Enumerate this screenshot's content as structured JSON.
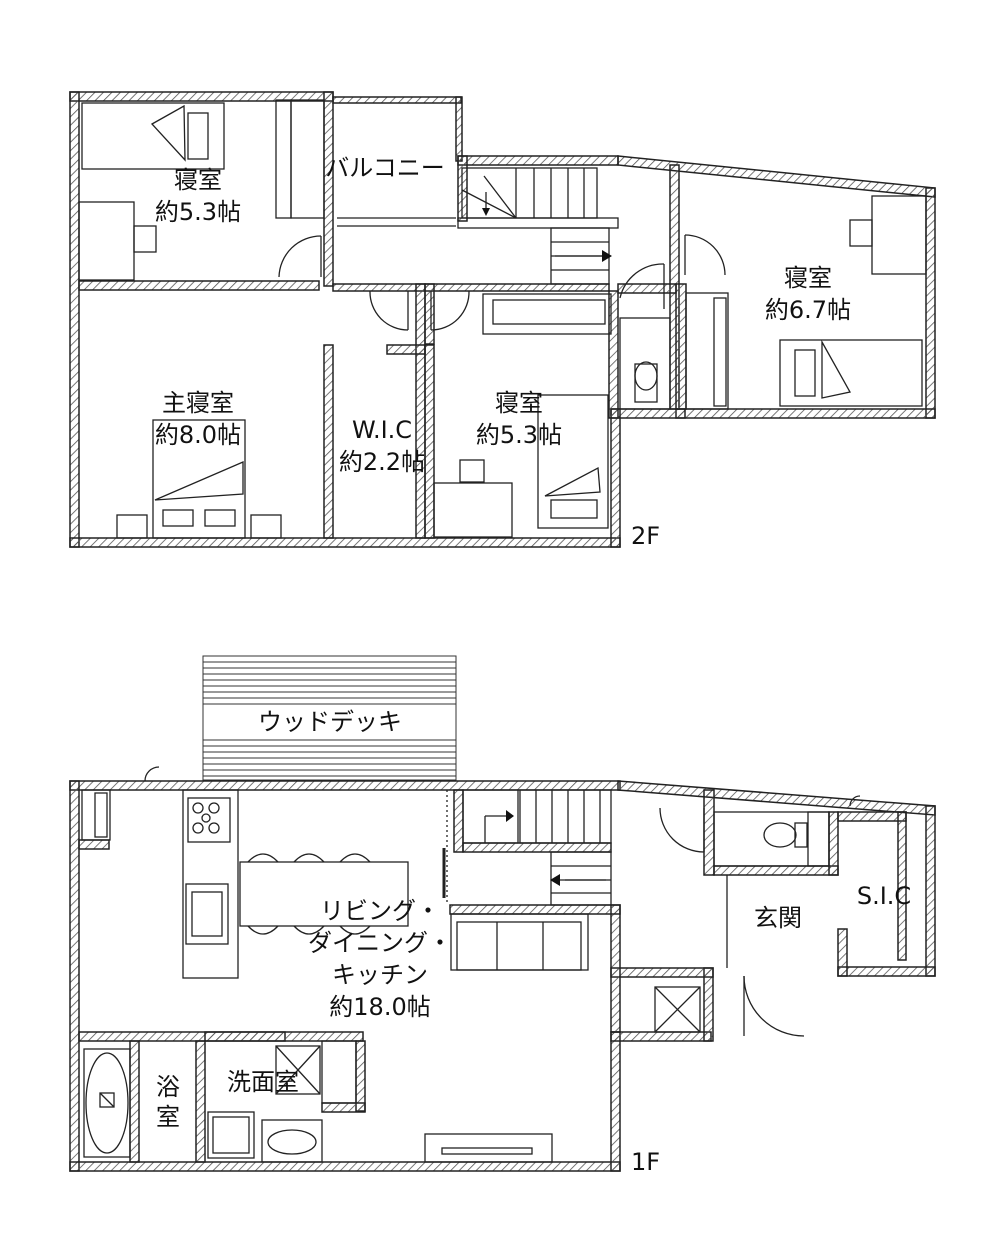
{
  "floor2": {
    "label": "2F",
    "rooms": {
      "bed_nw": {
        "name": "寝室",
        "size": "約5.3帖"
      },
      "balcony": {
        "name": "バルコニー"
      },
      "bed_east": {
        "name": "寝室",
        "size": "約6.7帖"
      },
      "master": {
        "name": "主寝室",
        "size": "約8.0帖"
      },
      "wic": {
        "name": "W.I.C",
        "size": "約2.2帖"
      },
      "bed_mid": {
        "name": "寝室",
        "size": "約5.3帖"
      }
    }
  },
  "floor1": {
    "label": "1F",
    "wood_deck": "ウッドデッキ",
    "rooms": {
      "ldk": {
        "line1": "リビング・",
        "line2": "ダイニング・",
        "line3": "キッチン",
        "size": "約18.0帖"
      },
      "entrance": {
        "name": "玄関"
      },
      "sic": {
        "name": "S.I.C"
      },
      "washroom": {
        "name": "洗面室"
      },
      "bath_1": "浴",
      "bath_2": "室"
    }
  },
  "colors": {
    "wall": "#222222",
    "hatch": "#555555",
    "line": "#222222"
  }
}
